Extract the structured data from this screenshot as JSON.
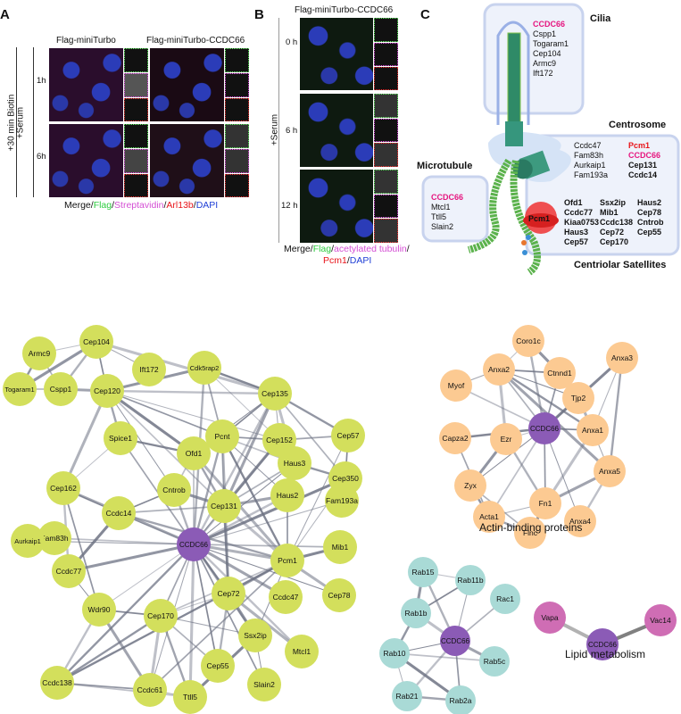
{
  "panelA": {
    "label": "A",
    "col1": "Flag-miniTurbo",
    "col2": "Flag-miniTurbo-CCDC66",
    "side1": "+30 min Biotin",
    "side2": "+Serum",
    "rows": [
      "1h",
      "6h"
    ],
    "caption": [
      {
        "text": "Merge/",
        "color": "#111"
      },
      {
        "text": "Flag",
        "color": "#2ecc40"
      },
      {
        "text": "/",
        "color": "#111"
      },
      {
        "text": "Streptavidin",
        "color": "#d44fd4"
      },
      {
        "text": "/",
        "color": "#111"
      },
      {
        "text": "Arl13b",
        "color": "#e8141a"
      },
      {
        "text": "/",
        "color": "#111"
      },
      {
        "text": "DAPI",
        "color": "#1f3fd6"
      }
    ]
  },
  "panelB": {
    "label": "B",
    "title": "Flag-miniTurbo-CCDC66",
    "side": "+Serum",
    "rows": [
      "0 h",
      "6 h",
      "12 h"
    ],
    "caption1": [
      {
        "text": "Merge/",
        "color": "#111"
      },
      {
        "text": "Flag",
        "color": "#2ecc40"
      },
      {
        "text": "/",
        "color": "#111"
      },
      {
        "text": "acetylated tubulin",
        "color": "#d44fd4"
      },
      {
        "text": "/",
        "color": "#111"
      }
    ],
    "caption2": [
      {
        "text": "Pcm1",
        "color": "#e8141a"
      },
      {
        "text": "/",
        "color": "#111"
      },
      {
        "text": "DAPI",
        "color": "#1f3fd6"
      }
    ]
  },
  "panelC": {
    "label": "C",
    "cilia": {
      "title": "Cilia",
      "items": [
        "CCDC66",
        "Cspp1",
        "Togaram1",
        "Cep104",
        "Armc9",
        "Ift172"
      ]
    },
    "centrosome": {
      "title": "Centrosome",
      "col1": [
        "Ccdc47",
        "Fam83h",
        "Aurkaip1",
        "Fam193a"
      ],
      "col2": [
        "Pcm1",
        "CCDC66",
        "Cep131",
        "Ccdc14"
      ]
    },
    "microtubule": {
      "title": "Microtubule",
      "items": [
        "CCDC66",
        "Mtcl1",
        "Ttll5",
        "Slain2"
      ]
    },
    "satellites": {
      "title": "Centriolar Satellites",
      "pcm1": "Pcm1",
      "col1": [
        "Ofd1",
        "Ccdc77",
        "Kiaa0753",
        "Haus3",
        "Cep57"
      ],
      "col2": [
        "Ssx2ip",
        "Mib1",
        "Ccdc138",
        "Cep72",
        "Cep170"
      ],
      "col3": [
        "Haus2",
        "Cep78",
        "Cntrob",
        "Cep55"
      ]
    },
    "colors": {
      "ccdc66": "#e6157f",
      "pcm1": "#e8141a"
    }
  },
  "networks": [
    {
      "name": "centrosome-cilia",
      "color": "#d3df5c",
      "label": "",
      "nodes": [
        "Cep104",
        "Armc9",
        "Ift172",
        "Cdk5rap2",
        "Togaram1",
        "Cspp1",
        "Cep120",
        "Cep135",
        "Pcnt",
        "Cep152",
        "Cep57",
        "Spice1",
        "Ofd1",
        "Haus3",
        "Cep350",
        "Cntrob",
        "Cep162",
        "Cep131",
        "Haus2",
        "Fam193a",
        "Ccdc14",
        "Fam83h",
        "Aurkaip1",
        "CCDC66",
        "Mib1",
        "Pcm1",
        "Ccdc77",
        "Cep72",
        "Ccdc47",
        "Cep78",
        "Wdr90",
        "Cep170",
        "Ssx2ip",
        "Mtcl1",
        "Cep55",
        "Slain2",
        "Ccdc138",
        "Ccdc61",
        "Ttll5"
      ],
      "edges": [
        [
          "Cep104",
          "Armc9"
        ],
        [
          "Cep104",
          "Togaram1"
        ],
        [
          "Cep104",
          "Cspp1"
        ],
        [
          "Cep104",
          "Cep120"
        ],
        [
          "Cep104",
          "Ift172"
        ],
        [
          "Cep104",
          "Cep135"
        ],
        [
          "Armc9",
          "Togaram1"
        ],
        [
          "Armc9",
          "Cspp1"
        ],
        [
          "Togaram1",
          "Cspp1"
        ],
        [
          "Cspp1",
          "Cep120"
        ],
        [
          "Cep120",
          "Cep135"
        ],
        [
          "Cep120",
          "Pcnt"
        ],
        [
          "Cep120",
          "Cep152"
        ],
        [
          "Cep120",
          "Ofd1"
        ],
        [
          "Cep120",
          "Spice1"
        ],
        [
          "Cep120",
          "Cep131"
        ],
        [
          "Cep120",
          "Cntrob"
        ],
        [
          "Cep120",
          "Cep162"
        ],
        [
          "Cdk5rap2",
          "Cep135"
        ],
        [
          "Cdk5rap2",
          "Pcnt"
        ],
        [
          "Cdk5rap2",
          "Cep152"
        ],
        [
          "Cdk5rap2",
          "Cep120"
        ],
        [
          "Cdk5rap2",
          "CCDC66"
        ],
        [
          "Cep135",
          "Pcnt"
        ],
        [
          "Cep135",
          "Cep152"
        ],
        [
          "Cep135",
          "Haus3"
        ],
        [
          "Cep135",
          "Cep57"
        ],
        [
          "Cep135",
          "Cep350"
        ],
        [
          "Cep135",
          "Ofd1"
        ],
        [
          "Cep135",
          "Cep131"
        ],
        [
          "Cep135",
          "CCDC66"
        ],
        [
          "Pcnt",
          "Cep152"
        ],
        [
          "Pcnt",
          "Cep131"
        ],
        [
          "Pcnt",
          "Ofd1"
        ],
        [
          "Pcnt",
          "CCDC66"
        ],
        [
          "Pcnt",
          "Haus3"
        ],
        [
          "Pcnt",
          "Haus2"
        ],
        [
          "Pcnt",
          "Cep72"
        ],
        [
          "Pcnt",
          "Pcm1"
        ],
        [
          "Cep152",
          "Cep57"
        ],
        [
          "Cep152",
          "Haus3"
        ],
        [
          "Cep152",
          "Cep131"
        ],
        [
          "Cep152",
          "CCDC66"
        ],
        [
          "Cep57",
          "Cep350"
        ],
        [
          "Cep57",
          "Pcm1"
        ],
        [
          "Haus3",
          "Haus2"
        ],
        [
          "Haus3",
          "Cep350"
        ],
        [
          "Haus3",
          "Cep131"
        ],
        [
          "Haus3",
          "CCDC66"
        ],
        [
          "Haus2",
          "Cep131"
        ],
        [
          "Haus2",
          "CCDC66"
        ],
        [
          "Haus2",
          "Pcm1"
        ],
        [
          "Cep350",
          "Pcm1"
        ],
        [
          "Cep350",
          "CCDC66"
        ],
        [
          "Ofd1",
          "Cep131"
        ],
        [
          "Ofd1",
          "Cntrob"
        ],
        [
          "Ofd1",
          "CCDC66"
        ],
        [
          "Ofd1",
          "Pcm1"
        ],
        [
          "Ofd1",
          "Spice1"
        ],
        [
          "Spice1",
          "CCDC66"
        ],
        [
          "Spice1",
          "Cep162"
        ],
        [
          "Cntrob",
          "Cep131"
        ],
        [
          "Cntrob",
          "CCDC66"
        ],
        [
          "Cntrob",
          "Ccdc14"
        ],
        [
          "Cep131",
          "CCDC66"
        ],
        [
          "Cep131",
          "Pcm1"
        ],
        [
          "Cep131",
          "Cep72"
        ],
        [
          "Cep131",
          "Ccdc14"
        ],
        [
          "Cep162",
          "Ccdc14"
        ],
        [
          "Cep162",
          "CCDC66"
        ],
        [
          "Cep162",
          "Ccdc77"
        ],
        [
          "Cep162",
          "Wdr90"
        ],
        [
          "Ccdc14",
          "CCDC66"
        ],
        [
          "Ccdc14",
          "Ccdc77"
        ],
        [
          "Ccdc14",
          "Pcm1"
        ],
        [
          "Fam83h",
          "CCDC66"
        ],
        [
          "Aurkaip1",
          "CCDC66"
        ],
        [
          "CCDC66",
          "Pcm1"
        ],
        [
          "CCDC66",
          "Cep72"
        ],
        [
          "CCDC66",
          "Cep170"
        ],
        [
          "CCDC66",
          "Wdr90"
        ],
        [
          "CCDC66",
          "Ccdc77"
        ],
        [
          "CCDC66",
          "Ssx2ip"
        ],
        [
          "CCDC66",
          "Cep55"
        ],
        [
          "CCDC66",
          "Ccdc61"
        ],
        [
          "CCDC66",
          "Ttll5"
        ],
        [
          "CCDC66",
          "Ccdc138"
        ],
        [
          "CCDC66",
          "Mib1"
        ],
        [
          "CCDC66",
          "Cep78"
        ],
        [
          "CCDC66",
          "Ccdc47"
        ],
        [
          "CCDC66",
          "Mtcl1"
        ],
        [
          "CCDC66",
          "Slain2"
        ],
        [
          "CCDC66",
          "Fam193a"
        ],
        [
          "Pcm1",
          "Mib1"
        ],
        [
          "Pcm1",
          "Cep72"
        ],
        [
          "Pcm1",
          "Cep170"
        ],
        [
          "Pcm1",
          "Ssx2ip"
        ],
        [
          "Pcm1",
          "Cep78"
        ],
        [
          "Pcm1",
          "Ccdc138"
        ],
        [
          "Pcm1",
          "Ccdc61"
        ],
        [
          "Cep72",
          "Cep170"
        ],
        [
          "Cep72",
          "Ssx2ip"
        ],
        [
          "Cep72",
          "Cep55"
        ],
        [
          "Cep170",
          "Wdr90"
        ],
        [
          "Cep170",
          "Ssx2ip"
        ],
        [
          "Cep170",
          "Ccdc61"
        ],
        [
          "Cep170",
          "Ccdc138"
        ],
        [
          "Cep170",
          "Cep55"
        ],
        [
          "Wdr90",
          "Ccdc77"
        ],
        [
          "Wdr90",
          "Ccdc61"
        ],
        [
          "Wdr90",
          "Ccdc138"
        ],
        [
          "Ccdc61",
          "Ccdc138"
        ],
        [
          "Ccdc61",
          "Ttll5"
        ],
        [
          "Ttll5",
          "Ssx2ip"
        ],
        [
          "Ttll5",
          "Cep170"
        ],
        [
          "Ttll5",
          "Ccdc138"
        ],
        [
          "Ssx2ip",
          "Slain2"
        ],
        [
          "Mtcl1",
          "Cep72"
        ]
      ]
    },
    {
      "name": "actin",
      "color": "#fcca92",
      "label": "Actin-binding proteins",
      "nodes": [
        "Coro1c",
        "Anxa2",
        "Ctnnd1",
        "Anxa3",
        "Myof",
        "Tjp2",
        "Capza2",
        "Ezr",
        "CCDC66",
        "Anxa1",
        "Zyx",
        "Anxa5",
        "Fn1",
        "Acta1",
        "Anxa4",
        "Flnc"
      ],
      "edges": [
        [
          "Coro1c",
          "Anxa2"
        ],
        [
          "Coro1c",
          "Ctnnd1"
        ],
        [
          "Coro1c",
          "CCDC66"
        ],
        [
          "Anxa2",
          "Ctnnd1"
        ],
        [
          "Anxa2",
          "Myof"
        ],
        [
          "Anxa2",
          "Ezr"
        ],
        [
          "Anxa2",
          "Anxa1"
        ],
        [
          "Anxa2",
          "CCDC66"
        ],
        [
          "Anxa2",
          "Tjp2"
        ],
        [
          "Anxa2",
          "Anxa5"
        ],
        [
          "Ctnnd1",
          "Tjp2"
        ],
        [
          "Ctnnd1",
          "CCDC66"
        ],
        [
          "Anxa3",
          "Anxa1"
        ],
        [
          "Anxa3",
          "CCDC66"
        ],
        [
          "Anxa3",
          "Anxa5"
        ],
        [
          "Myof",
          "CCDC66"
        ],
        [
          "Tjp2",
          "CCDC66"
        ],
        [
          "Tjp2",
          "Anxa1"
        ],
        [
          "Capza2",
          "CCDC66"
        ],
        [
          "Capza2",
          "Acta1"
        ],
        [
          "Ezr",
          "CCDC66"
        ],
        [
          "Ezr",
          "Zyx"
        ],
        [
          "Ezr",
          "Fn1"
        ],
        [
          "Anxa1",
          "CCDC66"
        ],
        [
          "Anxa1",
          "Anxa5"
        ],
        [
          "Anxa1",
          "Fn1"
        ],
        [
          "Zyx",
          "Acta1"
        ],
        [
          "Zyx",
          "Flnc"
        ],
        [
          "Zyx",
          "CCDC66"
        ],
        [
          "Anxa5",
          "Fn1"
        ],
        [
          "Anxa5",
          "Anxa4"
        ],
        [
          "Fn1",
          "CCDC66"
        ],
        [
          "Fn1",
          "Acta1"
        ],
        [
          "Fn1",
          "Flnc"
        ],
        [
          "Acta1",
          "Flnc"
        ],
        [
          "Acta1",
          "CCDC66"
        ],
        [
          "Anxa4",
          "CCDC66"
        ]
      ]
    },
    {
      "name": "rab",
      "color": "#a9dad6",
      "label": "",
      "nodes": [
        "Rab15",
        "Rab11b",
        "Rab1b",
        "Rac1",
        "CCDC66",
        "Rab10",
        "Rab5c",
        "Rab21",
        "Rab2a"
      ],
      "edges": [
        [
          "Rab15",
          "Rab11b"
        ],
        [
          "Rab15",
          "Rab1b"
        ],
        [
          "Rab15",
          "CCDC66"
        ],
        [
          "Rab11b",
          "Rab1b"
        ],
        [
          "Rab11b",
          "CCDC66"
        ],
        [
          "Rab1b",
          "CCDC66"
        ],
        [
          "Rab1b",
          "Rab10"
        ],
        [
          "Rac1",
          "CCDC66"
        ],
        [
          "CCDC66",
          "Rab10"
        ],
        [
          "CCDC66",
          "Rab5c"
        ],
        [
          "CCDC66",
          "Rab21"
        ],
        [
          "CCDC66",
          "Rab2a"
        ],
        [
          "Rab10",
          "Rab21"
        ],
        [
          "Rab10",
          "Rab2a"
        ],
        [
          "Rab21",
          "Rab2a"
        ],
        [
          "Rab10",
          "Rab5c"
        ]
      ]
    },
    {
      "name": "lipid",
      "color": "#cf6db4",
      "label": "Lipid metabolism",
      "nodes": [
        "Vapa",
        "CCDC66",
        "Vac14"
      ],
      "edges": [
        [
          "Vapa",
          "CCDC66"
        ],
        [
          "CCDC66",
          "Vac14"
        ]
      ]
    }
  ],
  "hub_color": "#8b5bb6"
}
